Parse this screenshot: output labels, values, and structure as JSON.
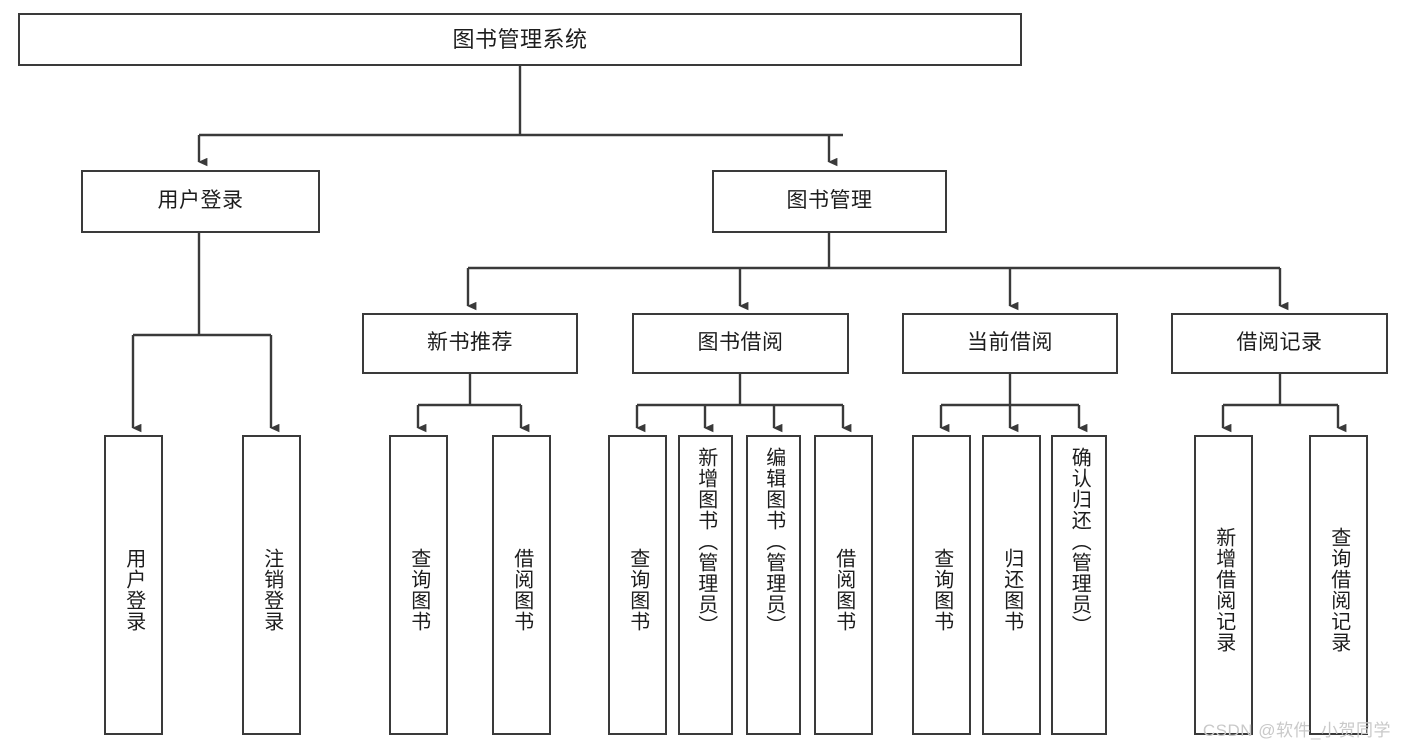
{
  "diagram": {
    "type": "tree",
    "title": "图书管理系统",
    "root": {
      "label": "图书管理系统"
    },
    "level1": [
      {
        "label": "用户登录"
      },
      {
        "label": "图书管理"
      }
    ],
    "level2": [
      {
        "label": "新书推荐",
        "parent": "图书管理"
      },
      {
        "label": "图书借阅",
        "parent": "图书管理"
      },
      {
        "label": "当前借阅",
        "parent": "图书管理"
      },
      {
        "label": "借阅记录",
        "parent": "图书管理"
      }
    ],
    "leaves": {
      "user_login": [
        {
          "label": "用户登录"
        },
        {
          "label": "注销登录"
        }
      ],
      "new_book_recommend": [
        {
          "label": "查询图书"
        },
        {
          "label": "借阅图书"
        }
      ],
      "book_borrow": [
        {
          "label": "查询图书"
        },
        {
          "label": "新增图书（管理员）"
        },
        {
          "label": "编辑图书（管理员）"
        },
        {
          "label": "借阅图书"
        }
      ],
      "current_borrow": [
        {
          "label": "查询图书"
        },
        {
          "label": "归还图书"
        },
        {
          "label": "确认归还（管理员）"
        }
      ],
      "borrow_record": [
        {
          "label": "新增借阅记录"
        },
        {
          "label": "查询借阅记录"
        }
      ]
    }
  },
  "watermark": {
    "text": "CSDN @软件_小贺同学"
  },
  "colors": {
    "stroke": "#3a3a3a",
    "background": "#ffffff",
    "text": "#1d1d1d",
    "watermark": "#c9c9c9"
  }
}
